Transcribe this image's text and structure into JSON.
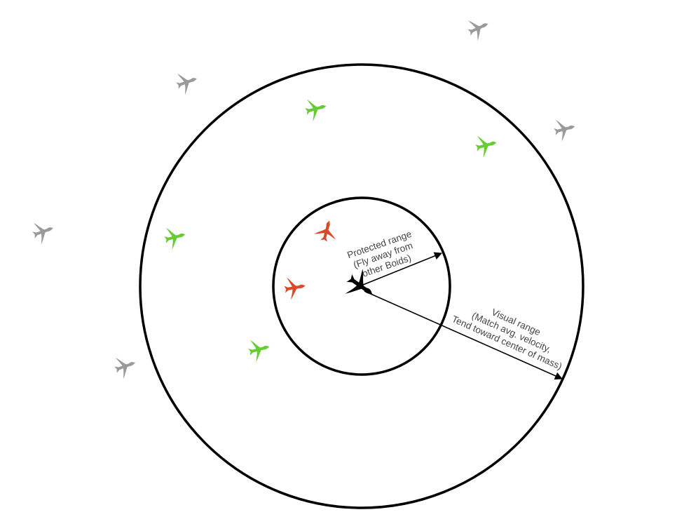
{
  "colors": {
    "self": "#000000",
    "separation": "#d94a2b",
    "alignment_cohesion": "#66cc33",
    "out_of_range": "#9a9a9a"
  },
  "icons": {
    "boid": "bird-icon"
  },
  "labels": {
    "protected": {
      "line1": "Protected range",
      "line2": "(Fly away from",
      "line3": "other Boids)"
    },
    "visual": {
      "line1": "Visual range",
      "line2": "(Match avg. velocity,",
      "line3": "Tend toward center of mass)"
    }
  }
}
